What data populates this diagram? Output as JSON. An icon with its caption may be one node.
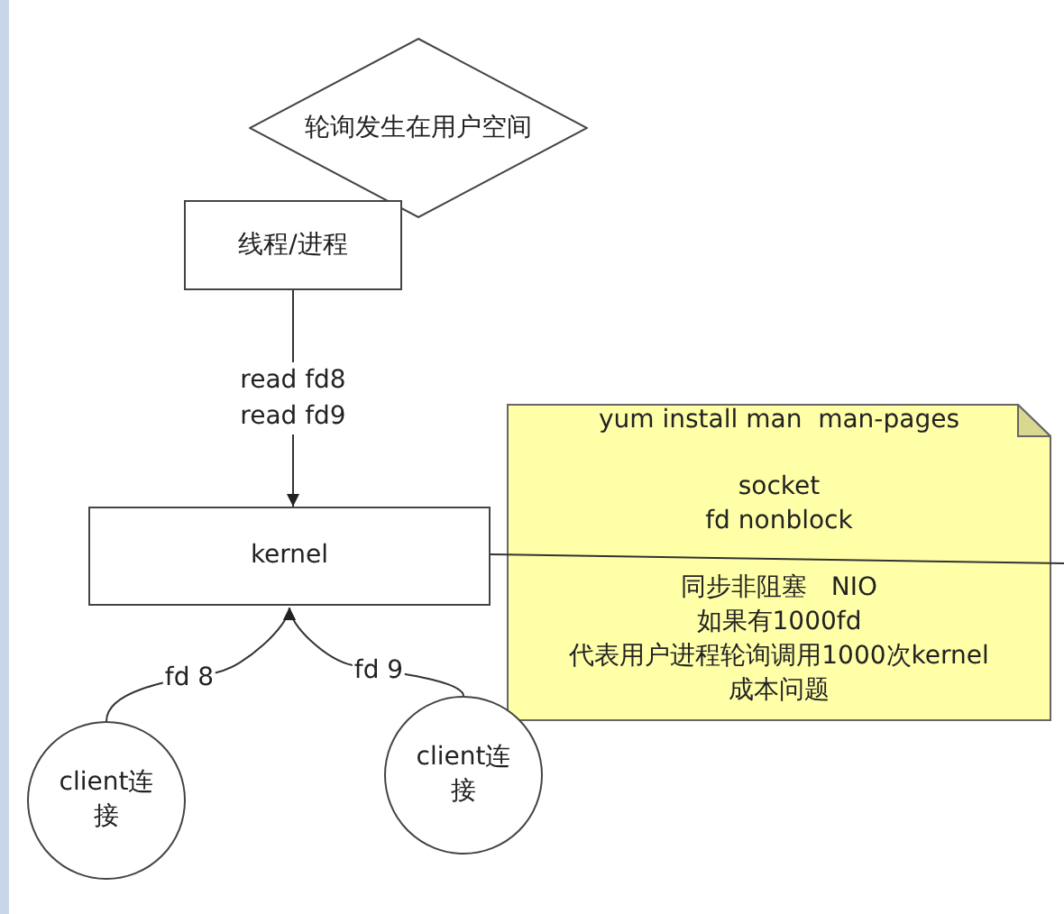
{
  "diagram": {
    "nodes": [
      {
        "text": [
          "轮询发生在用户空间"
        ]
      },
      {
        "text": [
          "线程/进程"
        ]
      },
      {
        "text": [
          "kernel"
        ]
      },
      {
        "text": [
          "yum install man  man-pages",
          "socket",
          "fd nonblock",
          "同步非阻塞   NIO",
          "如果有1000fd",
          "代表用户进程轮询调用1000次kernel",
          "成本问题"
        ]
      },
      {
        "text": [
          "client连接"
        ]
      },
      {
        "text": [
          "client连接"
        ]
      }
    ],
    "edges": [
      {
        "from": 1,
        "to": 2,
        "arrow": "to",
        "label": "read fd8 read fd9"
      },
      {
        "from": 4,
        "to": 2,
        "arrow": "to",
        "label": "fd 8"
      },
      {
        "from": 5,
        "to": 2,
        "arrow": "to",
        "label": "fd 9"
      },
      {
        "from": 2,
        "to": 3,
        "arrow": "none"
      }
    ]
  }
}
